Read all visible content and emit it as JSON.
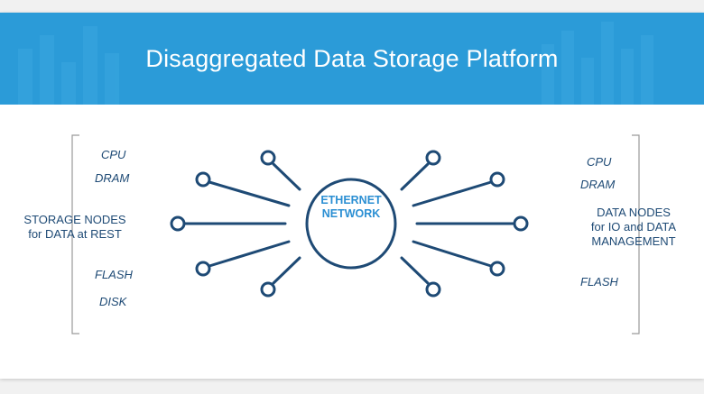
{
  "title": "Disaggregated Data Storage Platform",
  "hub": {
    "line1": "ETHERNET",
    "line2": "NETWORK"
  },
  "left": {
    "group_line1": "STORAGE NODES",
    "group_line2": "for DATA at REST",
    "items": [
      "CPU",
      "DRAM",
      "FLASH",
      "DISK"
    ]
  },
  "right": {
    "group_line1": "DATA NODES",
    "group_line2": "for IO and DATA",
    "group_line3": "MANAGEMENT",
    "items": [
      "CPU",
      "DRAM",
      "FLASH"
    ]
  },
  "colors": {
    "banner": "#2b9bd8",
    "stroke": "#1e4a75",
    "hub_text": "#2b8fd3",
    "bracket": "#9a9a9a"
  }
}
